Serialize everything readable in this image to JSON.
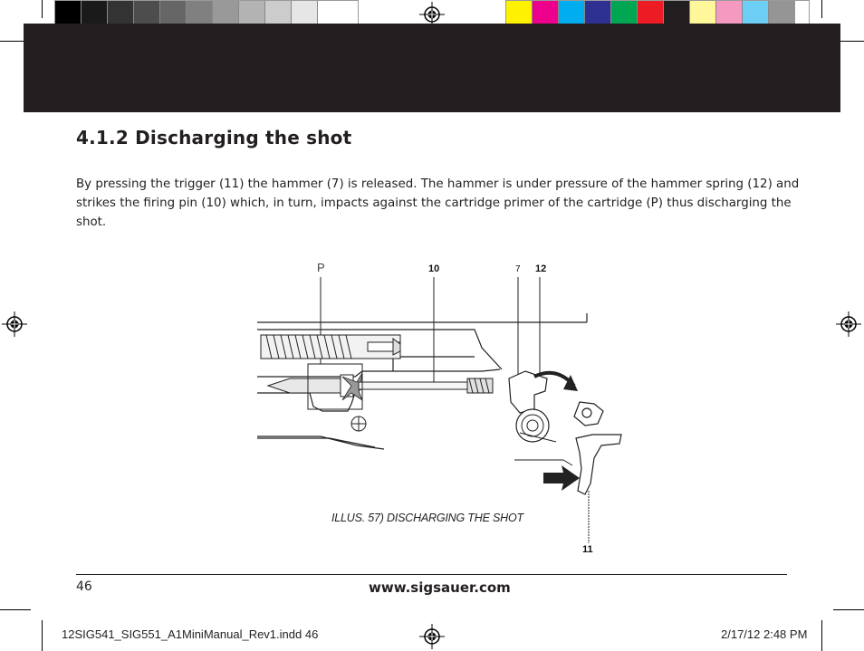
{
  "color_bar": {
    "grays": [
      "#000000",
      "#1a1a1a",
      "#333333",
      "#4d4d4d",
      "#666666",
      "#808080",
      "#999999",
      "#b3b3b3",
      "#cccccc",
      "#e6e6e6",
      "#ffffff"
    ],
    "colors": [
      "#fff200",
      "#ec008c",
      "#00aeef",
      "#2e3192",
      "#00a651",
      "#ed1c24",
      "#231f20",
      "#fff799",
      "#f49ac1",
      "#6dcff6",
      "#959595"
    ]
  },
  "section": {
    "title": "4.1.2 Discharging the shot",
    "body_lines": [
      "By pressing the trigger (11) the hammer (7) is released. The hammer is under pressure of the hammer spring (12) and",
      "strikes the firing pin (10) which, in turn, impacts against the cartridge primer of the cartridge (P) thus discharging the",
      "shot."
    ]
  },
  "figure": {
    "labels": {
      "p": "P",
      "ten": "10",
      "seven": "7",
      "twelve": "12",
      "eleven": "11"
    },
    "caption": "ILLUS. 57) DISCHARGING THE SHOT"
  },
  "footer": {
    "page_number": "46",
    "website": "www.sigsauer.com"
  },
  "slug": {
    "file": "12SIG541_SIG551_A1MiniManual_Rev1.indd   46",
    "datetime": "2/17/12   2:48 PM"
  }
}
